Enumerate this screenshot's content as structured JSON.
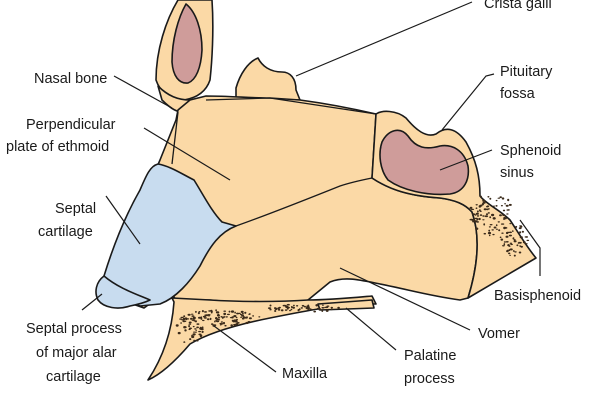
{
  "colors": {
    "bone": "#fbd9a6",
    "cartilage": "#c8dcef",
    "sinus": "#cf9c9a",
    "outline": "#1a1a1a",
    "stipple": "#3a2a1a"
  },
  "labels": {
    "crista_galli": "Crista galli",
    "nasal_bone": "Nasal bone",
    "pituitary_1": "Pituitary",
    "pituitary_2": "fossa",
    "perp_1": "Perpendicular",
    "perp_2": "plate of ethmoid",
    "sphenoid_1": "Sphenoid",
    "sphenoid_2": "sinus",
    "septal_1": "Septal",
    "septal_2": "cartilage",
    "basisphenoid": "Basisphenoid",
    "spm_1": "Septal process",
    "spm_2": "of major alar",
    "spm_3": "cartilage",
    "vomer": "Vomer",
    "maxilla": "Maxilla",
    "palatine_1": "Palatine",
    "palatine_2": "process"
  }
}
